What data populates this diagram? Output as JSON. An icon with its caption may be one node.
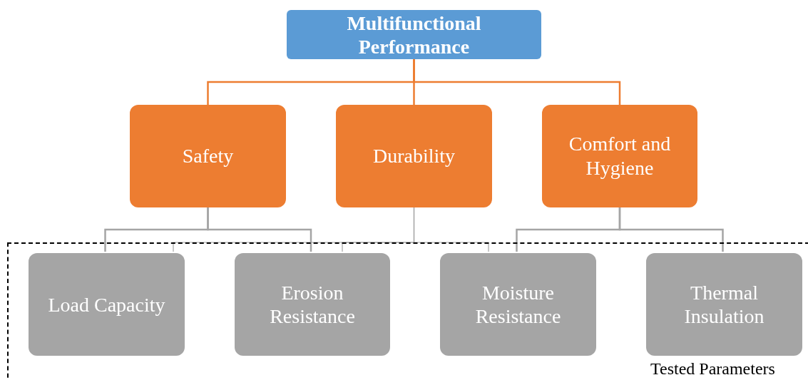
{
  "diagram": {
    "nodes": [
      {
        "text": [
          "Multifunctional Performance"
        ]
      },
      {
        "text": [
          "Safety"
        ]
      },
      {
        "text": [
          "Durability"
        ]
      },
      {
        "text": [
          "Comfort and Hygiene"
        ]
      },
      {
        "text": [
          "Tested Parameters"
        ]
      },
      {
        "text": [
          "Load Capacity"
        ],
        "in": 4
      },
      {
        "text": [
          "Erosion Resistance"
        ],
        "in": 4
      },
      {
        "text": [
          "Moisture Resistance"
        ],
        "in": 4
      },
      {
        "text": [
          "Thermal Insulation"
        ],
        "in": 4
      }
    ],
    "edges": [
      {
        "from": 0,
        "to": 1,
        "arrow": "none",
        "color": "#ed7d31"
      },
      {
        "from": 0,
        "to": 2,
        "arrow": "none",
        "color": "#ed7d31"
      },
      {
        "from": 0,
        "to": 3,
        "arrow": "none",
        "color": "#ed7d31"
      },
      {
        "from": 1,
        "to": 5,
        "arrow": "none"
      },
      {
        "from": 1,
        "to": 6,
        "arrow": "none"
      },
      {
        "from": 2,
        "to": 5,
        "arrow": "none"
      },
      {
        "from": 2,
        "to": 6,
        "arrow": "none"
      },
      {
        "from": 2,
        "to": 7,
        "arrow": "none"
      },
      {
        "from": 3,
        "to": 7,
        "arrow": "none"
      },
      {
        "from": 3,
        "to": 8,
        "arrow": "none"
      }
    ]
  }
}
